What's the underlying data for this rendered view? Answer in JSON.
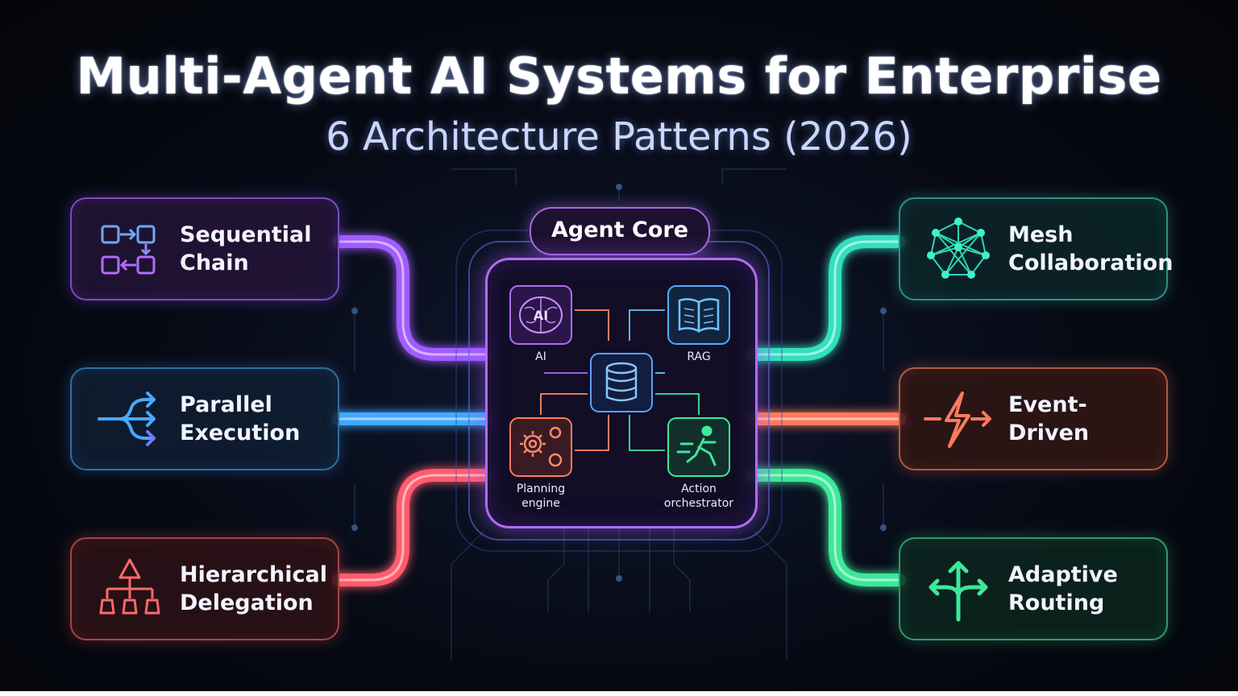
{
  "title": "Multi-Agent AI Systems for Enterprise",
  "subtitle": "6 Architecture Patterns (2026)",
  "core": {
    "label": "Agent Core",
    "modules": {
      "ai": "AI",
      "ai_icon_text": "AI",
      "rag": "RAG",
      "planning_line1": "Planning",
      "planning_line2": "engine",
      "action_line1": "Action",
      "action_line2": "orchestrator"
    }
  },
  "patterns": {
    "sequential": {
      "line1": "Sequential",
      "line2": "Chain",
      "icon": "flow-steps-icon",
      "color": "#a35cff"
    },
    "parallel": {
      "line1": "Parallel",
      "line2": "Execution",
      "icon": "fork-arrows-icon",
      "color": "#3fa9ff"
    },
    "hierarchical": {
      "line1": "Hierarchical",
      "line2": "Delegation",
      "icon": "hierarchy-icon",
      "color": "#ff5c6c"
    },
    "mesh": {
      "line1": "Mesh",
      "line2": "Collaboration",
      "icon": "mesh-network-icon",
      "color": "#33e0c0"
    },
    "event": {
      "line1": "Event-Driven",
      "line2": "",
      "icon": "lightning-icon",
      "color": "#ff7a5c"
    },
    "adaptive": {
      "line1": "Adaptive",
      "line2": "Routing",
      "icon": "routing-arrows-icon",
      "color": "#3ee89a"
    }
  }
}
